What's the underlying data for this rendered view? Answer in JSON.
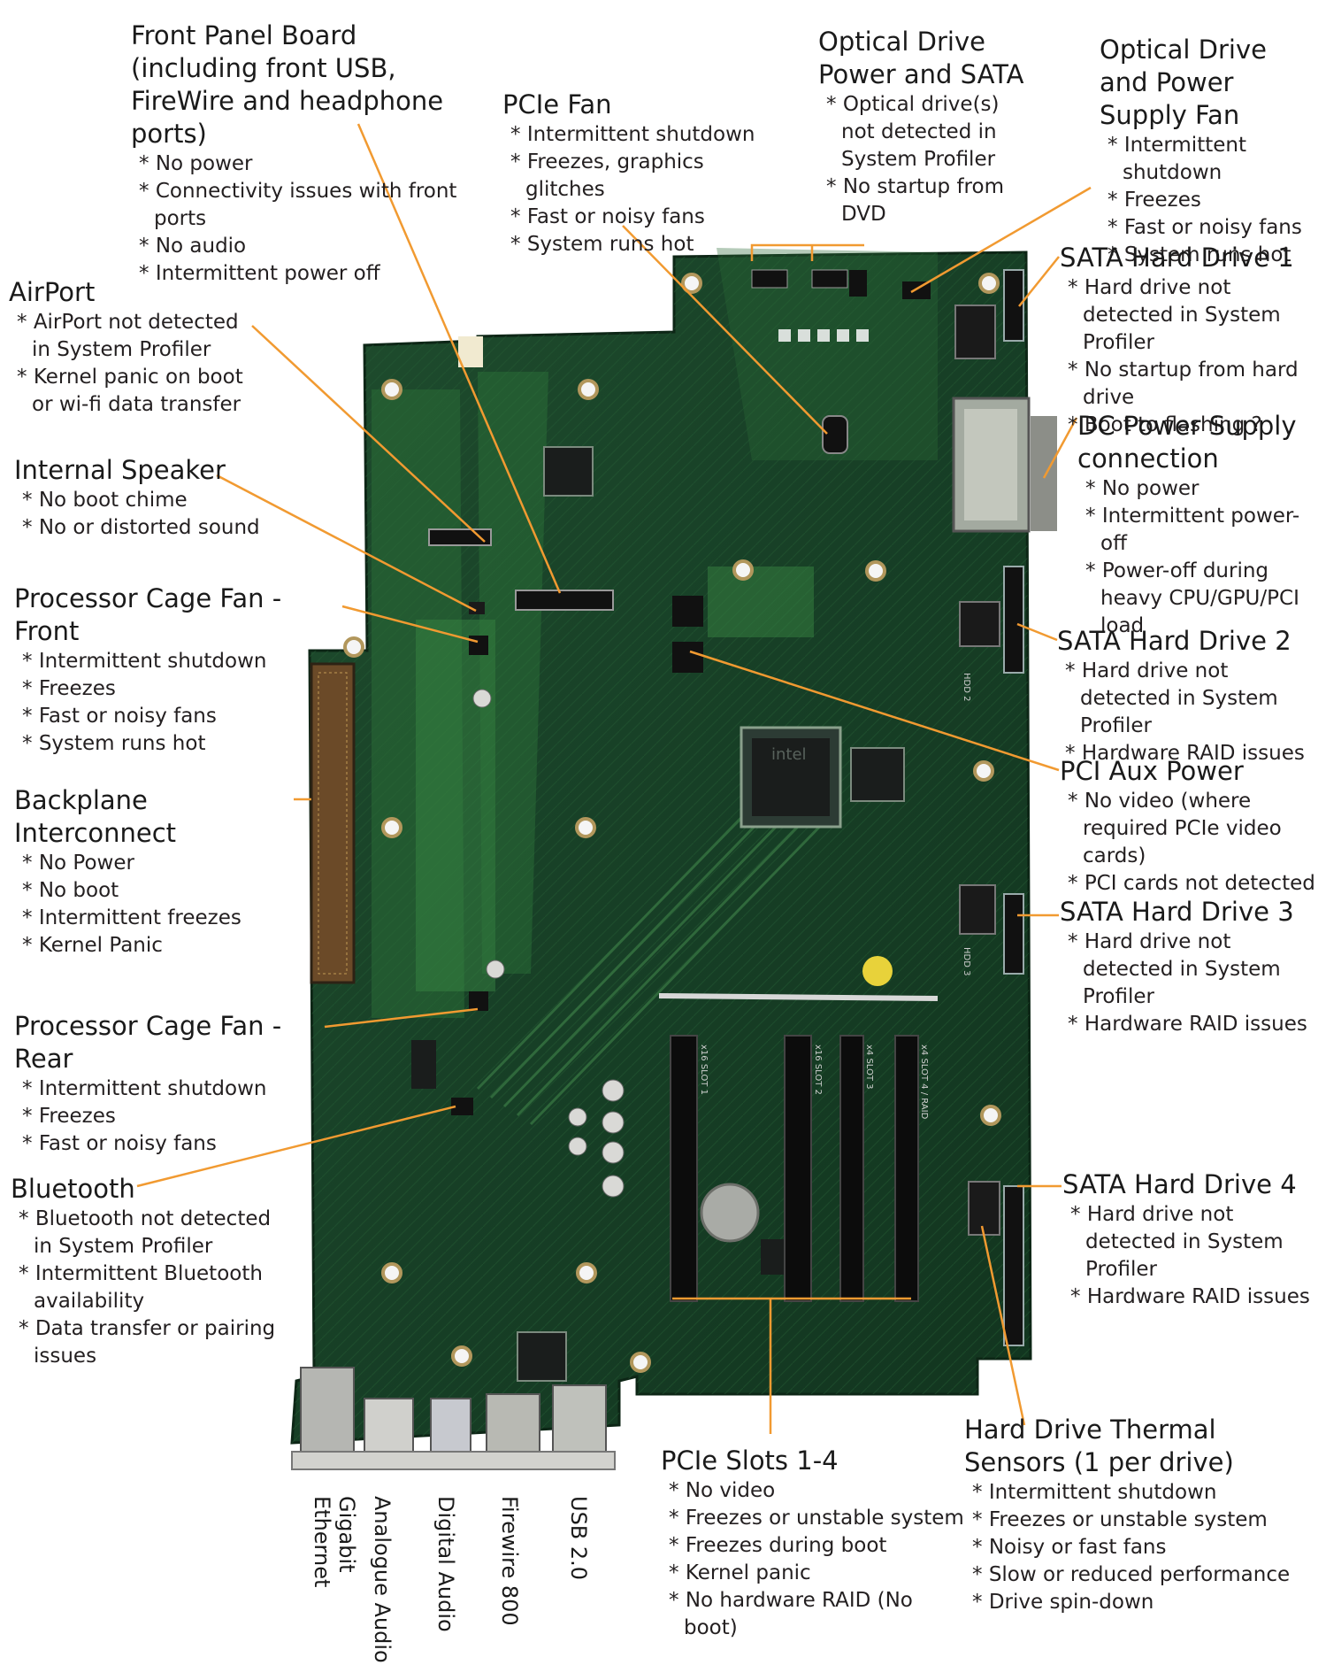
{
  "colors": {
    "leader": "#f19a31",
    "board": "#173f26",
    "text": "#231f20"
  },
  "callouts": [
    {
      "id": "front-panel-board",
      "title": "Front Panel Board (including front USB, FireWire and headphone ports)",
      "items": [
        "No power",
        "Connectivity issues with front ports",
        "No audio",
        "Intermittent power off"
      ]
    },
    {
      "id": "pcie-fan",
      "title": "PCIe Fan",
      "items": [
        "Intermittent shutdown",
        "Freezes, graphics glitches",
        "Fast or noisy fans",
        "System runs hot"
      ]
    },
    {
      "id": "optical-drive-power-sata",
      "title": "Optical Drive Power and SATA",
      "items": [
        "Optical drive(s) not detected in System Profiler",
        "No startup from DVD"
      ]
    },
    {
      "id": "optical-drive-psu-fan",
      "title": "Optical Drive and Power Supply Fan",
      "items": [
        "Intermittent shutdown",
        "Freezes",
        "Fast or noisy fans",
        "System runs hot"
      ]
    },
    {
      "id": "airport",
      "title": "AirPort",
      "items": [
        "AirPort not detected in System Profiler",
        "Kernel panic on boot or wi-fi data transfer"
      ]
    },
    {
      "id": "sata-hd-1",
      "title": "SATA Hard Drive 1",
      "items": [
        "Hard drive not detected in System Profiler",
        "No startup from hard drive",
        "Boot to flashing ?"
      ]
    },
    {
      "id": "dc-power-supply",
      "title": "DC Power Supply connection",
      "items": [
        "No power",
        "Intermittent power-off",
        "Power-off during heavy CPU/GPU/PCI load"
      ]
    },
    {
      "id": "internal-speaker",
      "title": "Internal Speaker",
      "items": [
        "No boot chime",
        "No or distorted sound"
      ]
    },
    {
      "id": "proc-cage-fan-front",
      "title": "Processor Cage Fan - Front",
      "items": [
        "Intermittent shutdown",
        "Freezes",
        "Fast or noisy fans",
        "System runs hot"
      ]
    },
    {
      "id": "sata-hd-2",
      "title": "SATA Hard Drive 2",
      "items": [
        "Hard drive not detected in System Profiler",
        "Hardware RAID issues"
      ]
    },
    {
      "id": "pci-aux-power",
      "title": "PCI Aux Power",
      "items": [
        "No video (where required PCIe video cards)",
        "PCI cards not detected"
      ]
    },
    {
      "id": "backplane-interconnect",
      "title": "Backplane Interconnect",
      "items": [
        "No Power",
        "No boot",
        "Intermittent freezes",
        "Kernel Panic"
      ]
    },
    {
      "id": "sata-hd-3",
      "title": "SATA Hard Drive 3",
      "items": [
        "Hard drive not detected in System Profiler",
        "Hardware RAID issues"
      ]
    },
    {
      "id": "proc-cage-fan-rear",
      "title": "Processor Cage Fan - Rear",
      "items": [
        "Intermittent shutdown",
        "Freezes",
        "Fast or noisy fans"
      ]
    },
    {
      "id": "bluetooth",
      "title": "Bluetooth",
      "items": [
        "Bluetooth not detected in System Profiler",
        "Intermittent Bluetooth availability",
        "Data transfer or pairing issues"
      ]
    },
    {
      "id": "sata-hd-4",
      "title": "SATA Hard Drive 4",
      "items": [
        "Hard drive not detected in System Profiler",
        "Hardware RAID issues"
      ]
    },
    {
      "id": "hd-thermal-sensors",
      "title": "Hard Drive Thermal Sensors (1 per drive)",
      "items": [
        "Intermittent shutdown",
        "Freezes or unstable system",
        "Noisy or fast fans",
        "Slow or reduced performance",
        "Drive spin-down"
      ]
    },
    {
      "id": "pcie-slots",
      "title": "PCIe Slots 1-4",
      "items": [
        "No video",
        "Freezes or unstable system",
        "Freezes during boot",
        "Kernel panic",
        "No hardware RAID (No boot)"
      ]
    }
  ],
  "ports": [
    "Gigabit Ethernet",
    "Analogue Audio",
    "Digital Audio",
    "Firewire 800",
    "USB 2.0"
  ],
  "board": {
    "chip_label": "intel",
    "slot_labels": [
      "x16 SLOT 1",
      "x16 SLOT 2",
      "x4 SLOT 3",
      "x4 SLOT 4 / RAID"
    ],
    "hdd_labels": [
      "HDD 2",
      "HDD 3"
    ]
  }
}
